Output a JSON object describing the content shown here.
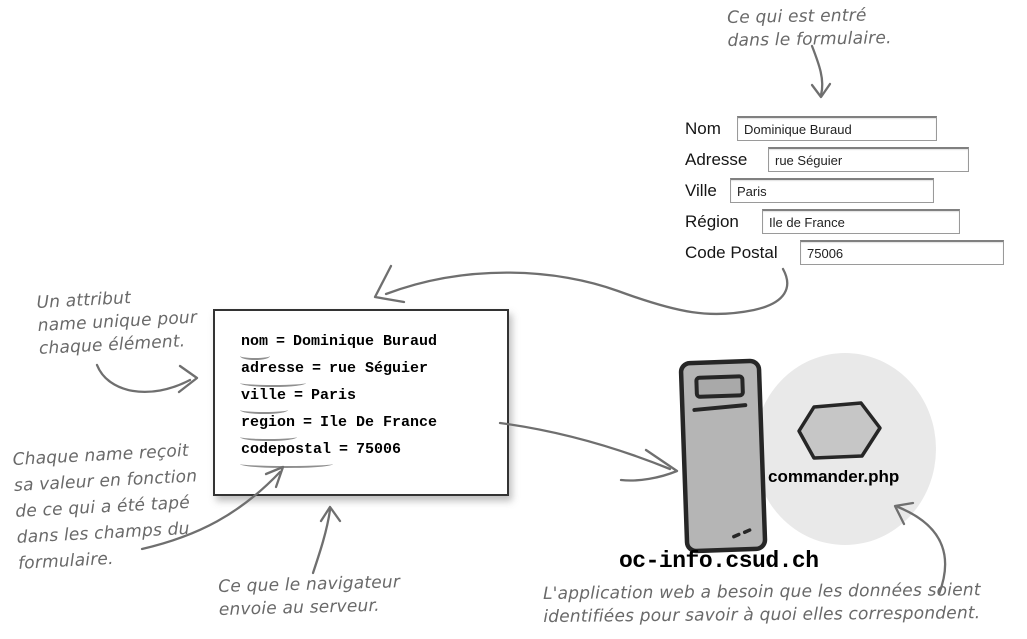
{
  "notes": {
    "form_entry": {
      "lines": [
        "Ce qui est entré",
        "dans le formulaire."
      ]
    },
    "unique_name": {
      "lines": [
        "Un attribut",
        "name unique pour",
        "chaque élément."
      ]
    },
    "value_from_form": {
      "lines": [
        "Chaque name reçoit",
        "sa valeur en fonction",
        "de ce qui a été tapé",
        "dans les champs du",
        "formulaire."
      ]
    },
    "browser_sends": {
      "lines": [
        "Ce que le navigateur",
        "envoie au serveur."
      ]
    },
    "webapp_needs": {
      "lines": [
        "L'application web a besoin que les données soient",
        "identifiées pour savoir à quoi elles correspondent."
      ]
    }
  },
  "form": {
    "fields": [
      {
        "label": "Nom",
        "value": "Dominique Buraud"
      },
      {
        "label": "Adresse",
        "value": "rue Séguier"
      },
      {
        "label": "Ville",
        "value": "Paris"
      },
      {
        "label": "Région",
        "value": "Ile de France"
      },
      {
        "label": "Code Postal",
        "value": "75006"
      }
    ]
  },
  "request_box": {
    "separator": "=",
    "pairs": [
      {
        "name": "nom",
        "value": "Dominique Buraud"
      },
      {
        "name": "adresse",
        "value": "rue Séguier"
      },
      {
        "name": "ville",
        "value": "Paris"
      },
      {
        "name": "region",
        "value": "Ile De France"
      },
      {
        "name": "codepostal",
        "value": "75006"
      }
    ]
  },
  "server": {
    "hostname": "oc-info.csud.ch",
    "script": "commander.php"
  },
  "colors": {
    "ink": "#696969",
    "arrow": "#6f6f6f",
    "code_text": "#000000",
    "underline": "#8f8f8f",
    "circle_fill": "#e9e9e9",
    "tower_fill": "#b5b5b5",
    "hexagon_fill": "#c6c6c6",
    "sketch_outline": "#262626"
  }
}
